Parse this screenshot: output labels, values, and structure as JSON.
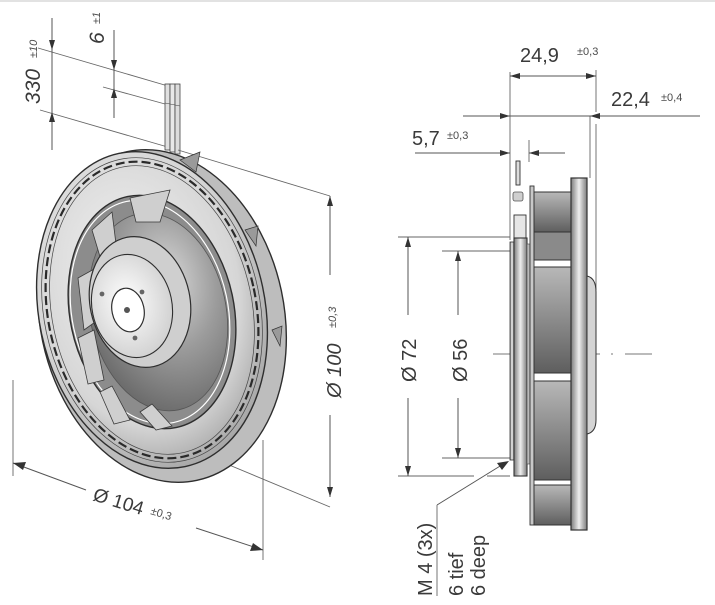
{
  "drawing": {
    "title": "Centrifugal fan dimension drawing",
    "left_view": {
      "cable_length": {
        "value": "330",
        "tolerance": "±10"
      },
      "cable_offset": {
        "value": "6",
        "tolerance": "±1"
      },
      "outer_diameter": {
        "value": "Ø 104",
        "tolerance": "±0,3"
      },
      "inner_diameter": {
        "value": "Ø 100",
        "tolerance": "±0,3"
      }
    },
    "side_view": {
      "total_depth": {
        "value": "24,9",
        "tolerance": "±0,3"
      },
      "impeller_depth": {
        "value": "22,4",
        "tolerance": "±0,4"
      },
      "flange_offset": {
        "value": "5,7",
        "tolerance": "±0,3"
      },
      "bolt_circle_outer": {
        "value": "Ø 72"
      },
      "bolt_circle_inner": {
        "value": "Ø 56"
      },
      "thread_note": {
        "line1": "M 4 (3x)",
        "line2": "6 tief",
        "line3": "6 deep"
      }
    },
    "colors": {
      "line": "#555555",
      "text": "#3a3a3a",
      "metal_dark": "#6e6e6e",
      "metal_light": "#f0f0f0"
    }
  }
}
